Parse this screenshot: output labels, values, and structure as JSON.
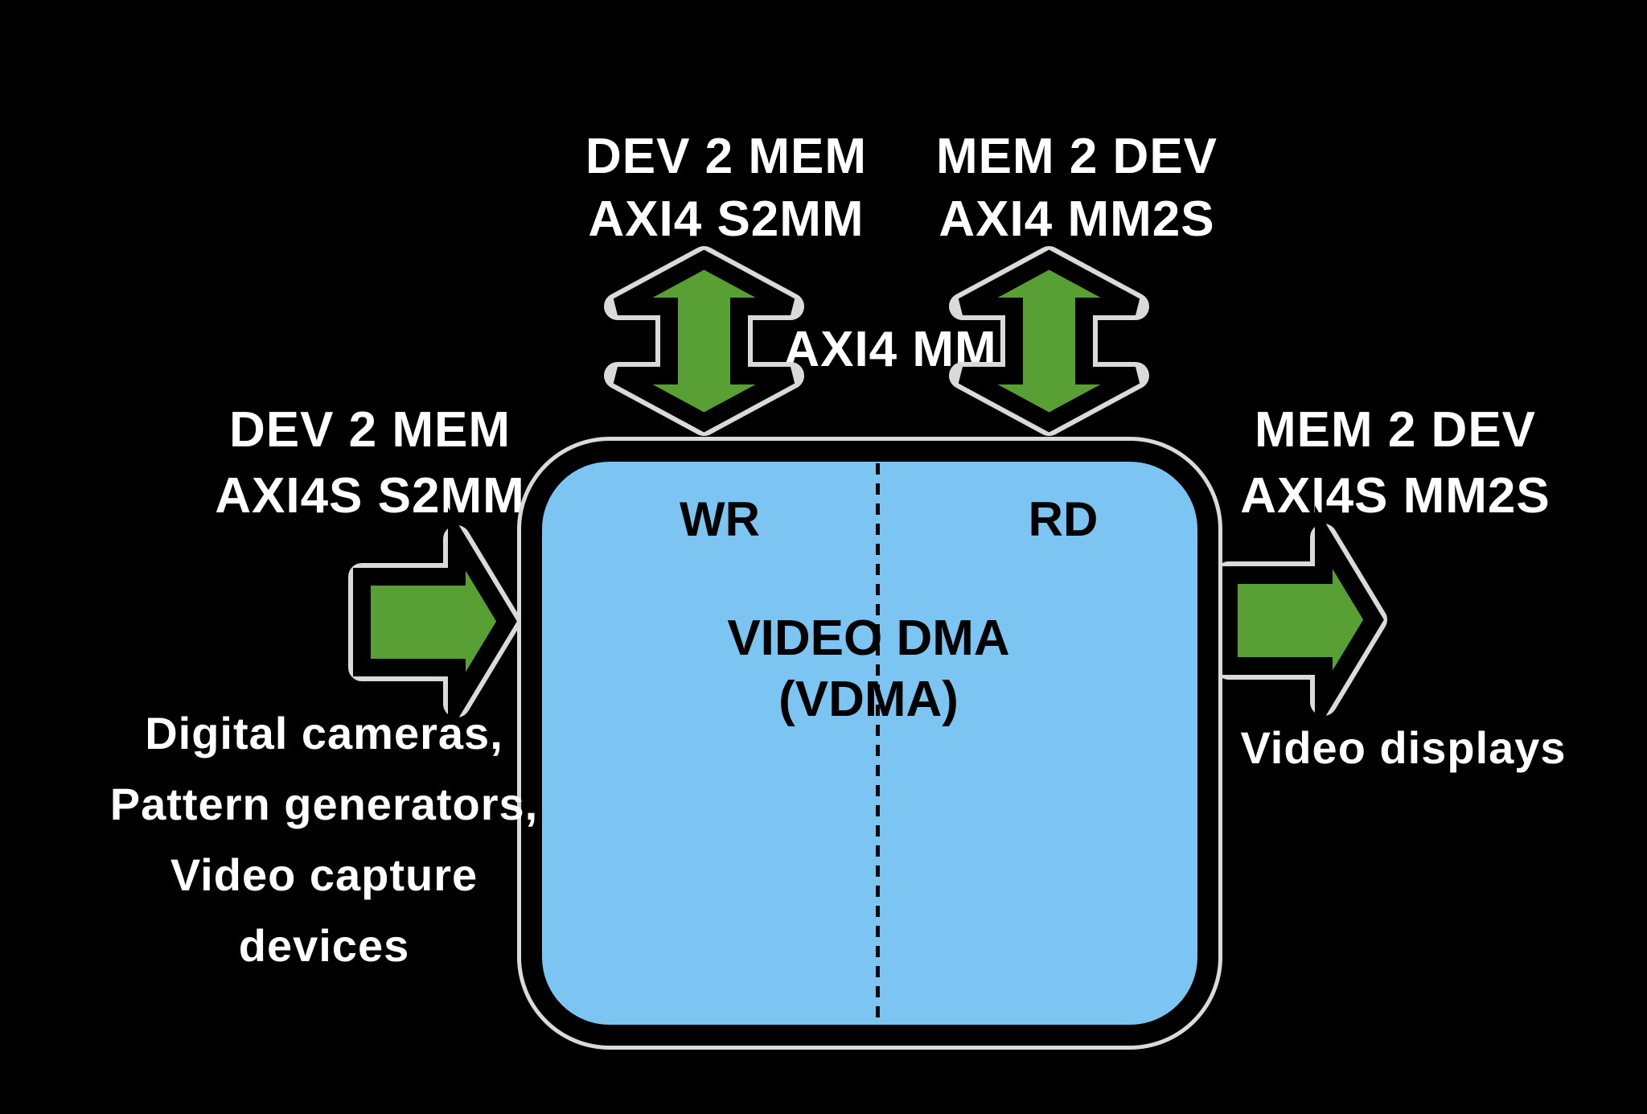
{
  "diagram": {
    "colors": {
      "background": "#000000",
      "arrow_green": "#58A033",
      "box_blue": "#7CC5F2",
      "outline_halo": "#DADADA",
      "ink": "#000000",
      "label_white": "#FFFFFF"
    },
    "box": {
      "title_line1": "VIDEO DMA",
      "title_line2": "(VDMA)",
      "write_label": "WR",
      "read_label": "RD"
    },
    "labels": {
      "top_left": {
        "line1": "DEV 2 MEM",
        "line2": "AXI4 S2MM"
      },
      "top_right": {
        "line1": "MEM 2 DEV",
        "line2": "AXI4 MM2S"
      },
      "bus": "AXI4 MM",
      "left": {
        "line1": "DEV 2 MEM",
        "line2": "AXI4S S2MM"
      },
      "right": {
        "line1": "MEM 2 DEV",
        "line2": "AXI4S MM2S"
      },
      "source_devices": [
        "Digital cameras,",
        "Pattern generators,",
        "Video capture",
        "devices"
      ],
      "sink_devices": "Video displays"
    }
  }
}
